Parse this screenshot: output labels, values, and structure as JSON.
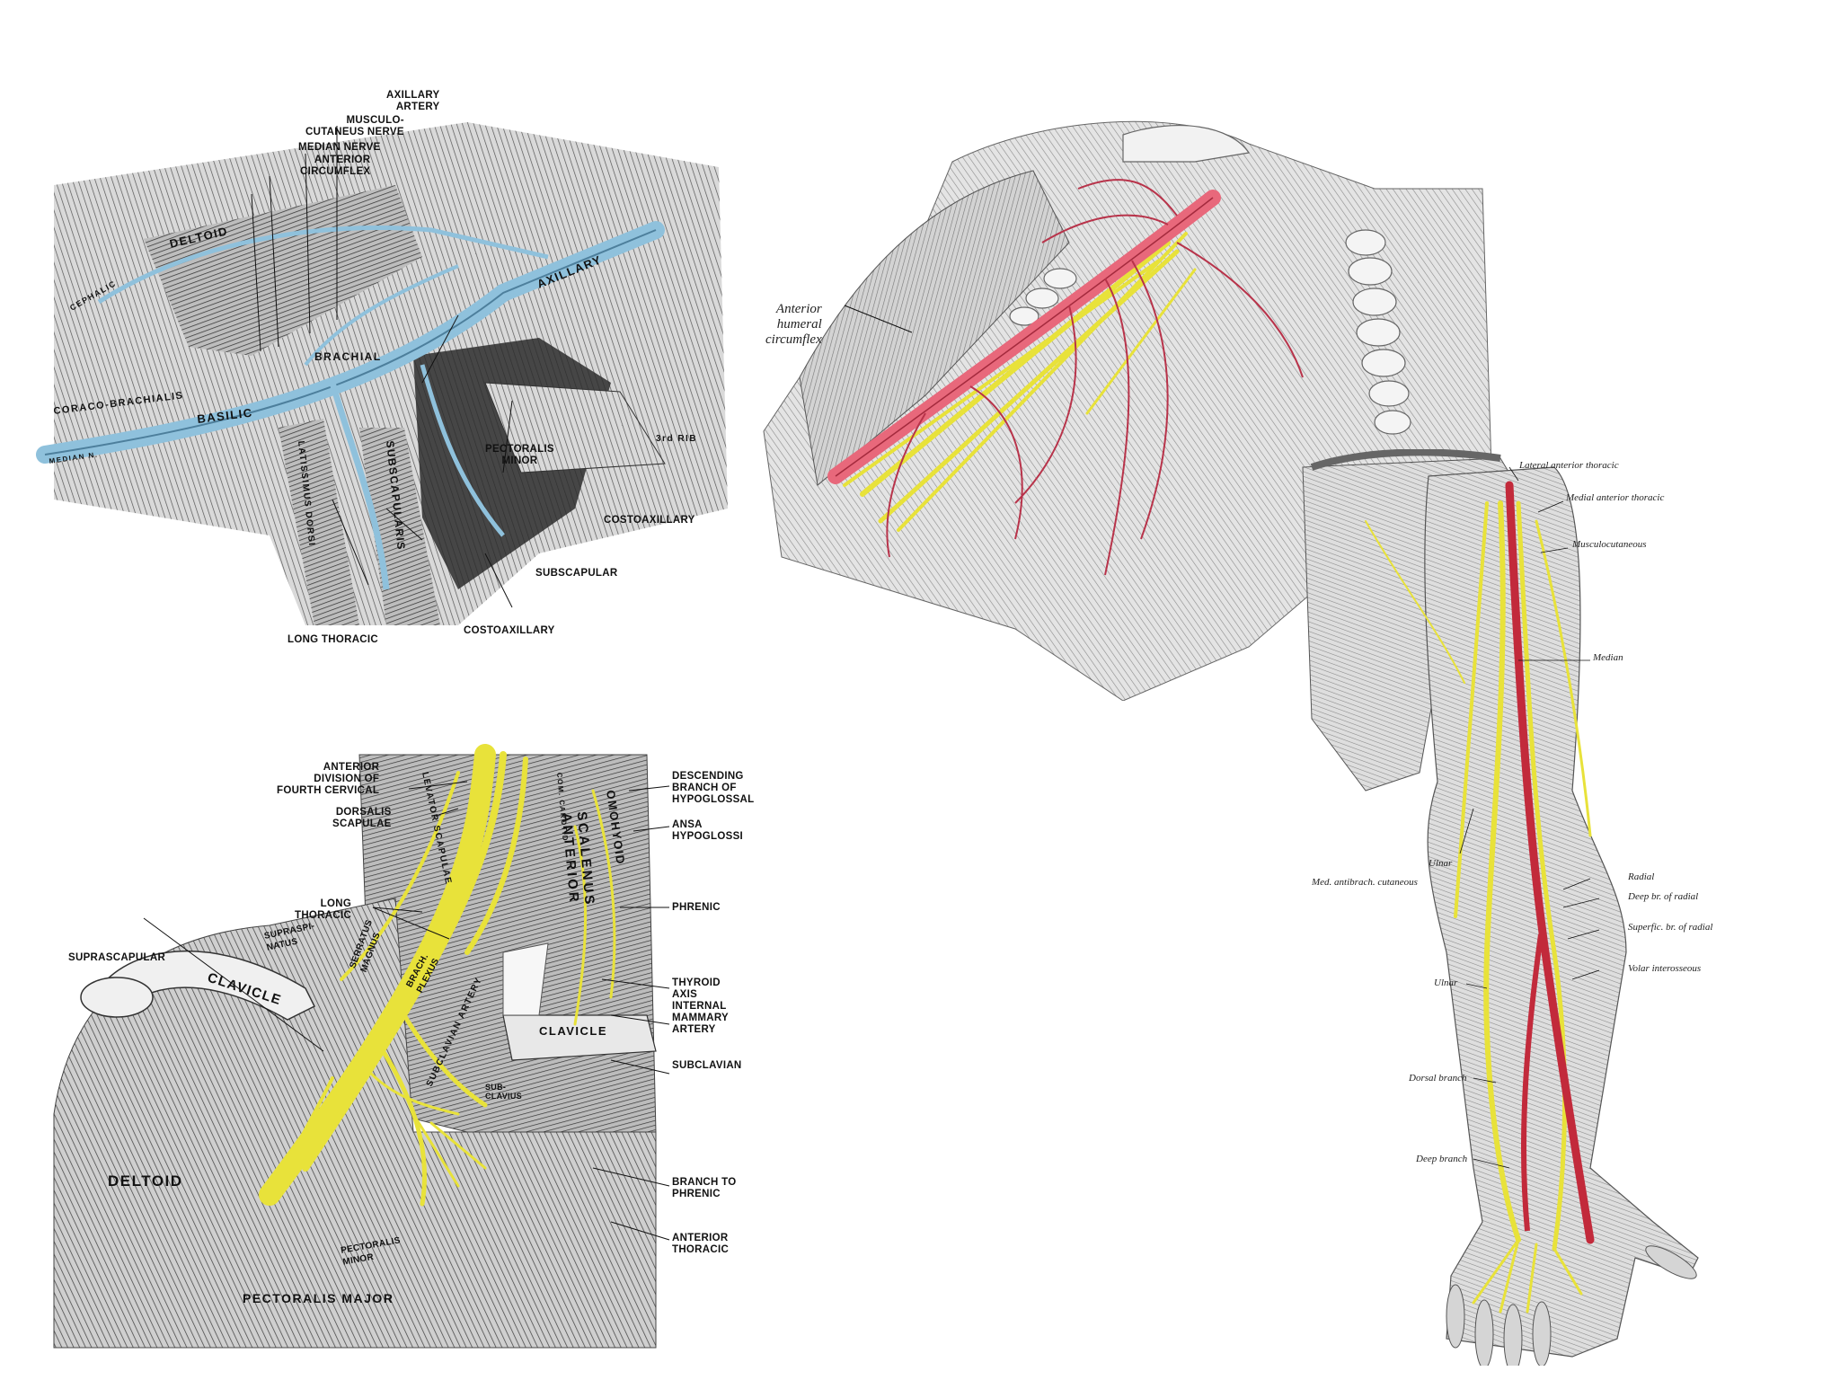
{
  "figures": [
    {
      "labels": {
        "axillary_artery": "AXILLARY\nARTERY",
        "musculocutaneous_nerve": "MUSCULO-\nCUTANEUS NERVE",
        "median_nerve": "MEDIAN NERVE",
        "anterior_circumflex": "ANTERIOR\nCIRCUMFLEX",
        "deltoid": "DELTOID",
        "cephalic": "CEPHALIC",
        "axillary_vein": "AXILLARY",
        "brachial": "BRACHIAL",
        "coraco_brachialis": "CORACO-BRACHIALIS",
        "basilic": "BASILIC",
        "median_n": "MEDIAN N.",
        "latissimus_dorsi": "LATISSIMUS DORSI",
        "subscapularis": "SUBSCAPULARIS",
        "pectoralis_minor": "PECTORALIS\nMINOR",
        "third_rib": "3rd RIB",
        "costoaxillary_right": "COSTOAXILLARY",
        "subscapular": "SUBSCAPULAR",
        "long_thoracic": "LONG THORACIC",
        "costoaxillary_bottom": "COSTOAXILLARY"
      }
    },
    {
      "labels": {
        "anterior_humeral_circumflex": "Anterior\nhumeral\ncircumflex"
      }
    },
    {
      "labels": {
        "lateral_anterior_thoracic": "Lateral anterior thoracic",
        "medial_anterior_thoracic": "Medial anterior thoracic",
        "musculocutaneous": "Musculocutaneous",
        "median": "Median",
        "ulnar_upper": "Ulnar",
        "med_antibrach_cutaneous": "Med. antibrach. cutaneous",
        "radial": "Radial",
        "deep_br_radial": "Deep br. of radial",
        "superfic_br_radial": "Superfic. br. of radial",
        "volar_interosseous": "Volar interosseous",
        "ulnar_lower": "Ulnar",
        "dorsal_branch": "Dorsal branch",
        "deep_branch": "Deep branch"
      }
    },
    {
      "labels": {
        "anterior_division": "ANTERIOR\nDIVISION OF\nFOURTH CERVICAL",
        "dorsalis_scapulae": "DORSALIS\nSCAPULAE",
        "long_thoracic": "LONG\nTHORACIC",
        "suprascapular": "SUPRASCAPULAR",
        "descending_branch": "DESCENDING\nBRANCH OF\nHYPOGLOSSAL",
        "ansa_hypoglossi": "ANSA\nHYPOGLOSSI",
        "phrenic": "PHRENIC",
        "thyroid_axis": "THYROID\nAXIS",
        "internal_mammary": "INTERNAL\nMAMMARY\nARTERY",
        "subclavian": "SUBCLAVIAN",
        "clavicle_left": "CLAVICLE",
        "clavicle_right": "CLAVICLE",
        "branch_to_phrenic": "BRANCH TO\nPHRENIC",
        "anterior_thoracic": "ANTERIOR\nTHORACIC",
        "deltoid": "DELTOID",
        "pectoralis_major": "PECTORALIS MAJOR",
        "pectoralis_minor": "PECTORALIS\nMINOR",
        "scalenus_anterior": "SCALENUS\nANTERIOR",
        "omohyoid": "OMOHYOID",
        "levator_scapulae": "LEVATOR SCAPULAE",
        "serratus_magnus": "SERRATUS\nMAGNUS",
        "supraspinatus": "SUPRASPI-\nNATUS",
        "brach_plexus": "BRACH.\nPLEXUS",
        "subclavian_artery": "SUBCLAVIAN ARTERY",
        "subclavius": "SUB-\nCLAVIUS",
        "com_carotid": "COM. CAROTID"
      }
    }
  ],
  "colors": {
    "artery": "#d9475e",
    "vein": "#8fc1dc",
    "nerve": "#e8e23a",
    "muscle_shade": "#8a8a8a",
    "muscle_light": "#cfcfcf"
  }
}
